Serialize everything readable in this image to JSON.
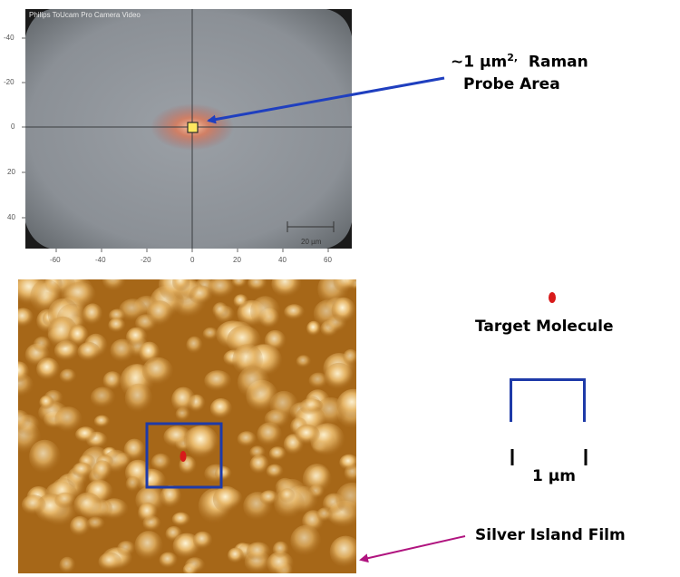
{
  "microscope": {
    "caption": "Philips ToUcam Pro Camera Video",
    "scale_bar_label": "20 µm",
    "y_ticks": [
      "-40",
      "-20",
      "0",
      "20",
      "40"
    ],
    "x_ticks": [
      "-60",
      "-40",
      "-20",
      "0",
      "20",
      "40",
      "60"
    ]
  },
  "probe_label": {
    "line1": "~1 µm",
    "superscript": "2,",
    "line1_rest": "Raman",
    "line2": "Probe Area"
  },
  "legend": {
    "target_molecule": "Target Molecule",
    "scale": "1 µm"
  },
  "film_label": "Silver Island Film",
  "colors": {
    "arrow_blue": "#1f3fbf",
    "arrow_magenta": "#b0147f",
    "box_blue": "#1e3aa8",
    "molecule_red": "#d81a1a",
    "laser": "#ffe860"
  }
}
